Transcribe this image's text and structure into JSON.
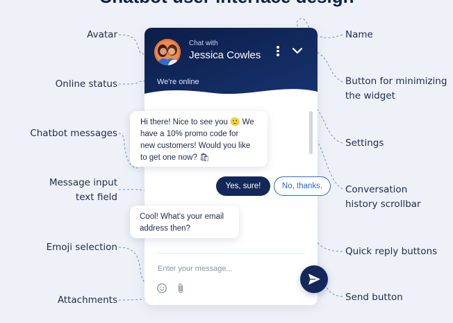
{
  "title": "Chatbot user interface design",
  "callouts": {
    "avatar": "Avatar",
    "online_status": "Online status",
    "chatbot_messages": "Chatbot messages",
    "message_input_1": "Message input",
    "message_input_2": "text field",
    "emoji_selection": "Emoji selection",
    "attachments": "Attachments",
    "name": "Name",
    "minimize_1": "Button for minimizing",
    "minimize_2": "the widget",
    "settings": "Settings",
    "scrollbar_1": "Conversation",
    "scrollbar_2": "history scrollbar",
    "quick_reply": "Quick reply buttons",
    "send": "Send button"
  },
  "widget": {
    "chat_with": "Chat with",
    "agent_name": "Jessica Cowles",
    "status": "We're online",
    "messages": [
      {
        "lines": [
          "Hi there! Nice to see you 🙂 We",
          "have a 10% promo code for",
          "new customers! Would you like",
          "to get one now? 🛍"
        ]
      },
      {
        "lines": [
          "Cool! What's your email",
          "address then?"
        ]
      }
    ],
    "quick_replies": {
      "yes": "Yes, sure!",
      "no": "No, thanks."
    },
    "input_placeholder": "Enter your message..."
  },
  "colors": {
    "header_navy": "#0f2353",
    "accent_blue": "#2b66e0",
    "background": "#eef2f8"
  },
  "icons": {
    "settings": "kebab-menu-icon",
    "minimize": "chevron-down-icon",
    "emoji": "smiley-icon",
    "attachment": "paperclip-icon",
    "send": "paper-plane-icon"
  }
}
